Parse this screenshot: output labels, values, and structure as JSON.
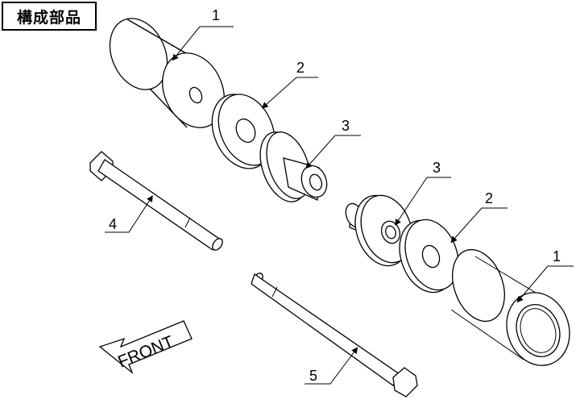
{
  "title": "構成部品",
  "callouts": {
    "slider_upper": "1",
    "washer_upper": "2",
    "collar_upper": "3",
    "bolt_short": "4",
    "collar_lower": "3",
    "washer_lower": "2",
    "slider_lower": "1",
    "bolt_long": "5"
  },
  "direction_label": "FRONT"
}
